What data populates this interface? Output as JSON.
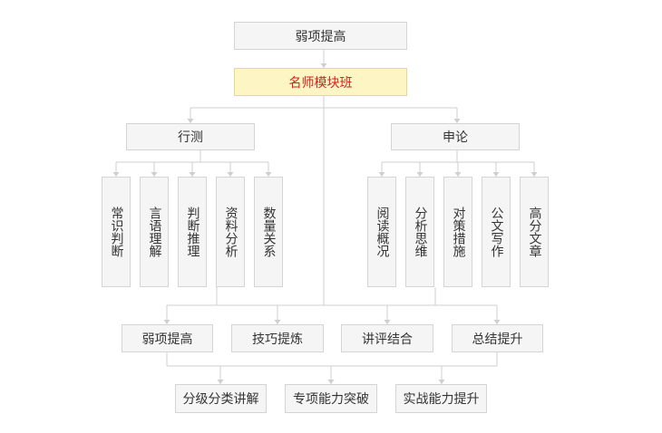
{
  "root": {
    "label": "弱项提高"
  },
  "core": {
    "label": "名师模块班",
    "color": "#d81e1e"
  },
  "branches": {
    "left": {
      "label": "行测",
      "children": [
        "常识判断",
        "言语理解",
        "判断推理",
        "资料分析",
        "数量关系"
      ]
    },
    "right": {
      "label": "申论",
      "children": [
        "阅读概况",
        "分析思维",
        "对策措施",
        "公文写作",
        "高分文章"
      ]
    }
  },
  "methods": [
    "弱项提高",
    "技巧提炼",
    "讲评结合",
    "总结提升"
  ],
  "outcomes": [
    "分级分类讲解",
    "专项能力突破",
    "实战能力提升"
  ],
  "colors": {
    "line": "#cfcfcf",
    "box_fill": "#f5f5f5",
    "box_border": "#d4d4d4",
    "highlight_fill": "#fdf5c4"
  }
}
